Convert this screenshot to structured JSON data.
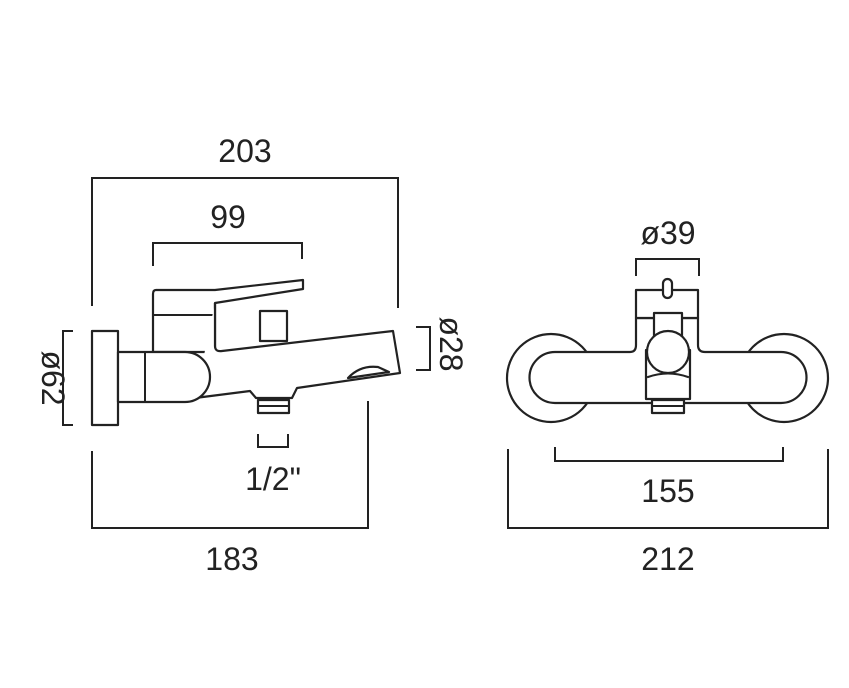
{
  "side_view": {
    "overall_length": "203",
    "lever_length": "99",
    "wall_plate_diameter": "ø62",
    "spout_diameter": "ø28",
    "connection": "1/2\"",
    "projection": "183"
  },
  "front_view": {
    "body_diameter": "ø39",
    "centres": "155",
    "overall_width": "212"
  }
}
